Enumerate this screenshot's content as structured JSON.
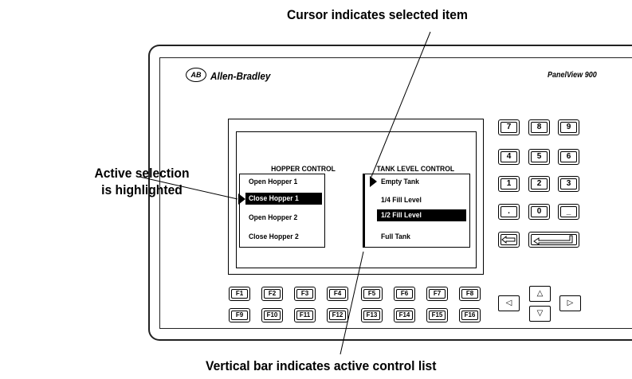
{
  "callouts": {
    "top": "Cursor indicates selected item",
    "left_line1": "Active selection",
    "left_line2": "is highlighted",
    "bottom": "Vertical bar indicates active control list"
  },
  "device": {
    "logo": "AB",
    "brand": "Allen-Bradley",
    "model": "PanelView 900"
  },
  "hopper": {
    "title": "HOPPER CONTROL",
    "items": [
      "Open Hopper 1",
      "Close Hopper 1",
      "Open Hopper 2",
      "Close Hopper 2"
    ],
    "highlighted_index": 1
  },
  "tank": {
    "title": "TANK LEVEL CONTROL",
    "items": [
      "Empty Tank",
      "1/4 Fill Level",
      "1/2 Fill Level",
      "Full Tank"
    ],
    "highlighted_index": 2,
    "cursor_index": 0
  },
  "keypad": {
    "rows": [
      [
        "7",
        "8",
        "9"
      ],
      [
        "4",
        "5",
        "6"
      ],
      [
        "1",
        "2",
        "3"
      ],
      [
        ".",
        "0",
        "_"
      ]
    ],
    "backspace_icon": "left-arrow-icon",
    "enter_icon": "enter-arrow-icon"
  },
  "fkeys": {
    "row1": [
      "F1",
      "F2",
      "F3",
      "F4",
      "F5",
      "F6",
      "F7",
      "F8"
    ],
    "row2": [
      "F9",
      "F10",
      "F11",
      "F12",
      "F13",
      "F14",
      "F15",
      "F16"
    ]
  },
  "arrows": {
    "up": "△",
    "down": "▽",
    "left": "◁",
    "right": "▷"
  }
}
